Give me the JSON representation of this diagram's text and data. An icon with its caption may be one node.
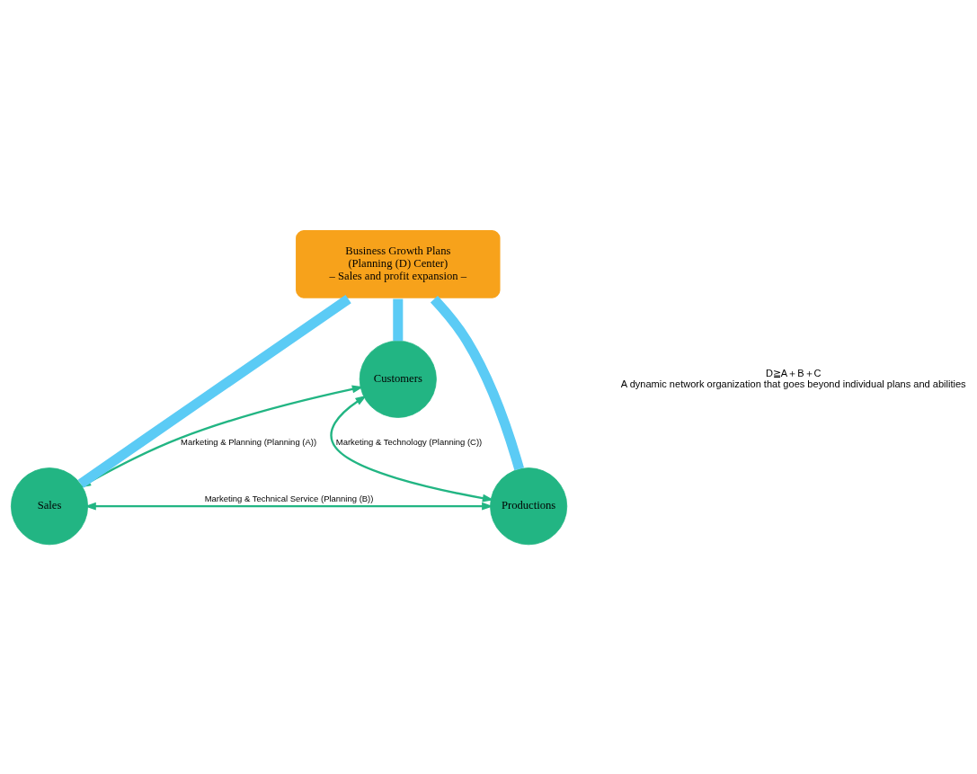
{
  "diagram": {
    "nodes": [
      {
        "text": [
          "Customers"
        ]
      },
      {
        "text": [
          "Business Growth Plans",
          "(Planning (D) Center)",
          "– Sales and profit expansion –"
        ]
      },
      {
        "text": [
          "Sales"
        ]
      },
      {
        "text": [
          "Productions"
        ]
      }
    ],
    "edges": [
      {
        "from": 0,
        "to": 2,
        "arrow": "both",
        "label": "Marketing & Planning (Planning (A))"
      },
      {
        "from": 0,
        "to": 3,
        "arrow": "both",
        "label": "Marketing & Technology (Planning (C))"
      },
      {
        "from": 2,
        "to": 3,
        "arrow": "both",
        "label": "Marketing & Technical Service (Planning (B))"
      },
      {
        "from": 1,
        "to": 0,
        "arrow": "none",
        "style": "thick",
        "color": "#5bcbf5"
      },
      {
        "from": 1,
        "to": 2,
        "arrow": "none",
        "style": "thick",
        "color": "#5bcbf5"
      },
      {
        "from": 1,
        "to": 3,
        "arrow": "none",
        "style": "thick",
        "color": "#5bcbf5"
      }
    ],
    "labels": [
      "D≧A＋B＋C",
      "A dynamic network organization that goes beyond individual plans and abilities"
    ]
  }
}
